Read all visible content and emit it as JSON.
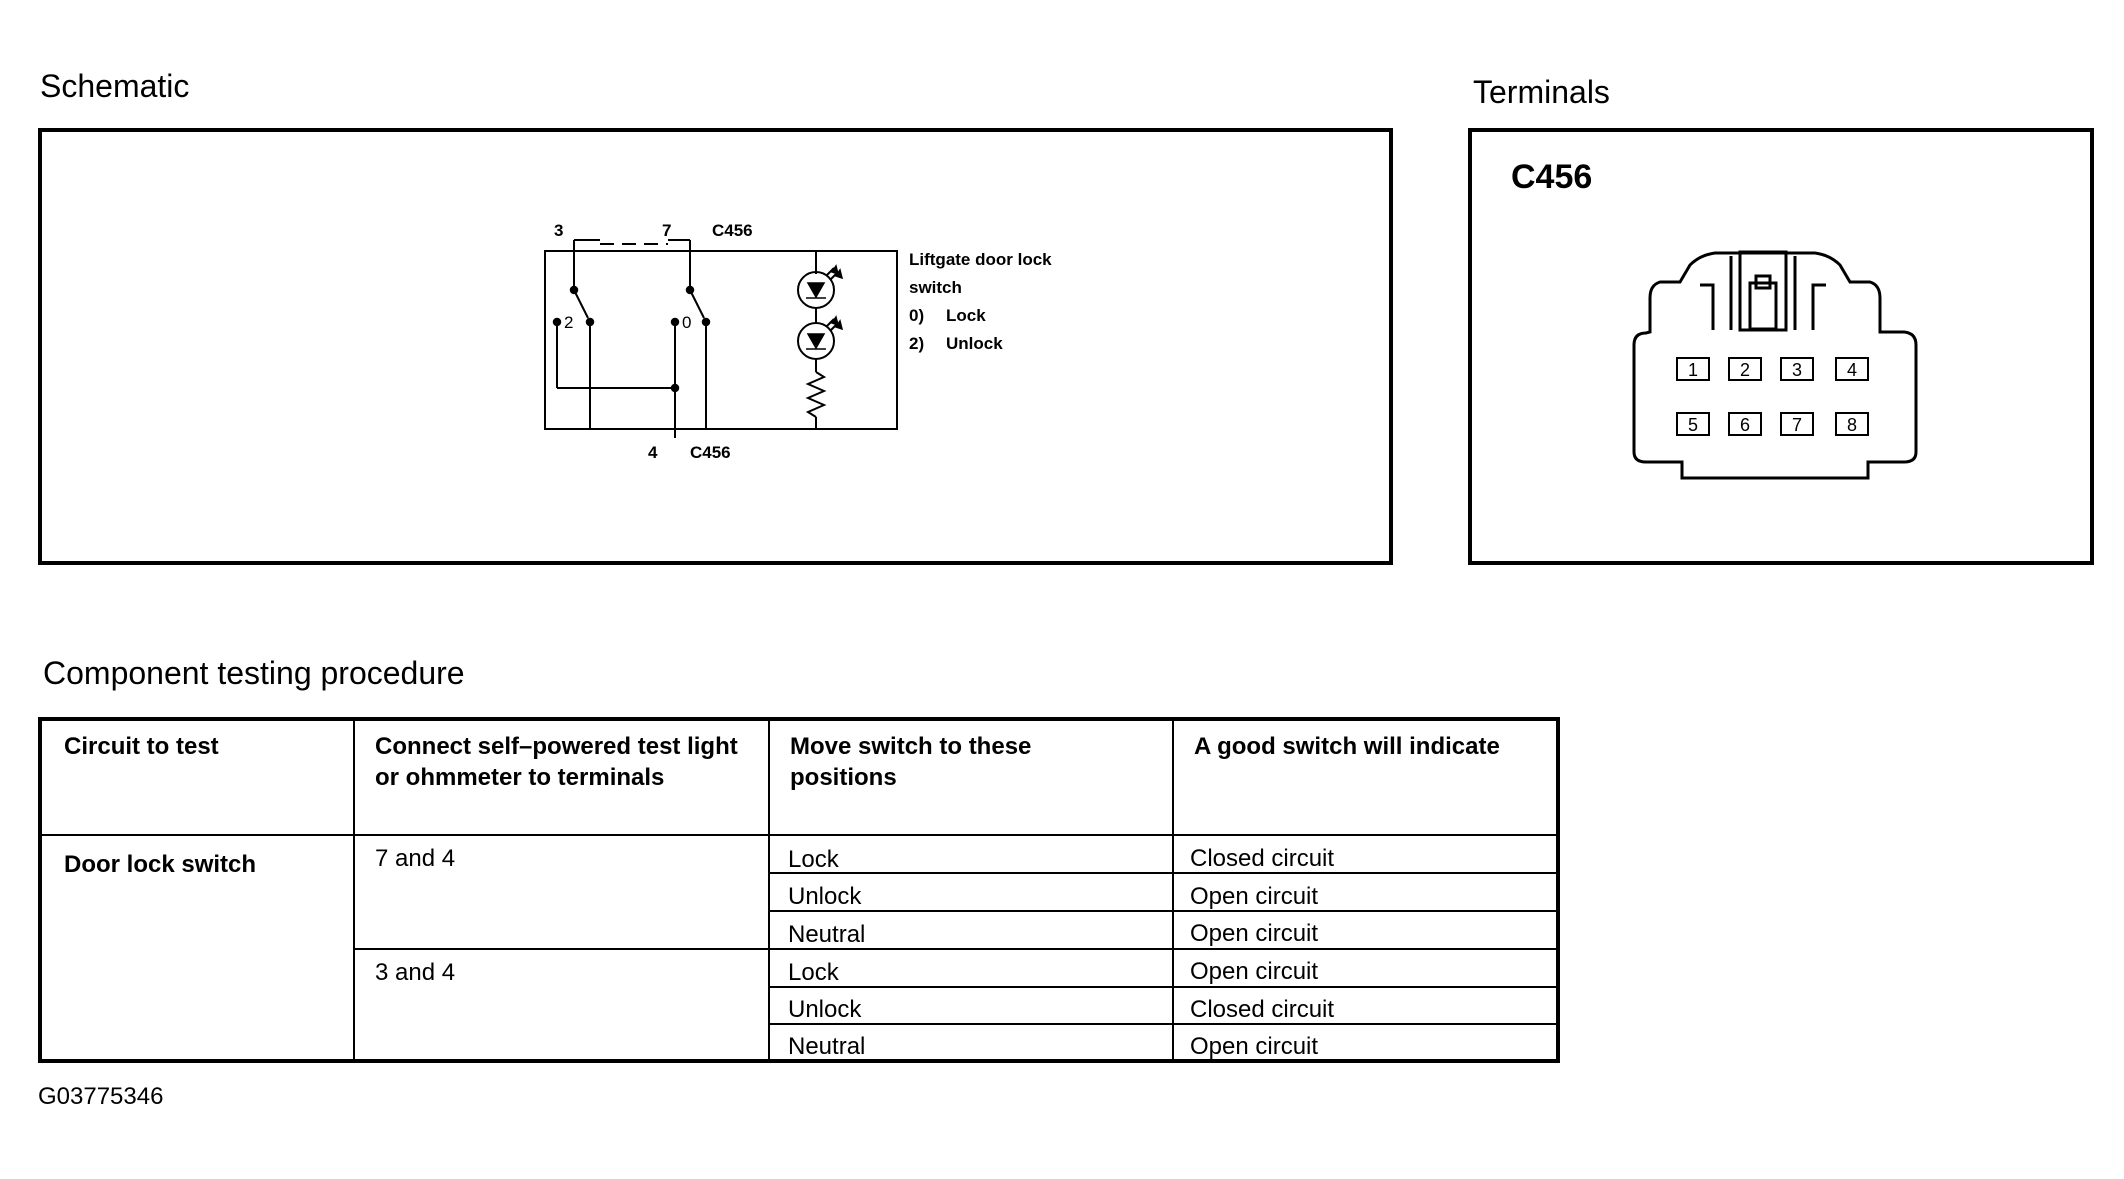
{
  "schematic": {
    "heading": "Schematic",
    "pin_labels": {
      "pin3": "3",
      "pin7": "7",
      "pin4": "4",
      "connector_top": "C456",
      "connector_bottom": "C456"
    },
    "switch_positions": {
      "left": "2",
      "right": "0"
    },
    "switch_name_line1": "Liftgate door lock",
    "switch_name_line2": "switch",
    "legend": [
      {
        "num": "0)",
        "label": "Lock"
      },
      {
        "num": "2)",
        "label": "Unlock"
      }
    ]
  },
  "terminals": {
    "heading": "Terminals",
    "connector_id": "C456",
    "pins_top": [
      "1",
      "2",
      "3",
      "4"
    ],
    "pins_bottom": [
      "5",
      "6",
      "7",
      "8"
    ]
  },
  "procedure": {
    "heading": "Component testing procedure",
    "columns": [
      "Circuit to test",
      "Connect self–powered test light",
      "or ohmmeter to terminals",
      "Move switch to these",
      "positions",
      "A good switch will indicate"
    ],
    "circuit": "Door lock switch",
    "terminal_pairs": [
      "7 and 4",
      "3 and 4"
    ],
    "rows": [
      {
        "position": "Lock",
        "result": "Closed circuit"
      },
      {
        "position": "Unlock",
        "result": "Open circuit"
      },
      {
        "position": "Neutral",
        "result": "Open circuit"
      },
      {
        "position": "Lock",
        "result": "Open circuit"
      },
      {
        "position": "Unlock",
        "result": "Closed circuit"
      },
      {
        "position": "Neutral",
        "result": "Open circuit"
      }
    ]
  },
  "figure_id": "G03775346"
}
